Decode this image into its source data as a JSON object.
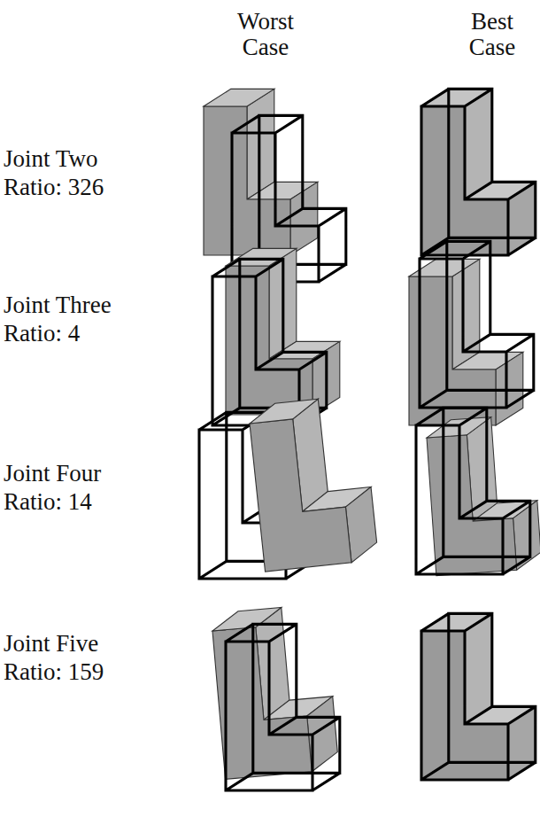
{
  "diagram": {
    "labels": [
      "Worst Case",
      "Best Case",
      "Joint Two",
      "Ratio: 326",
      "Joint Three",
      "Ratio: 4",
      "Joint Four",
      "Ratio: 14",
      "Joint Five",
      "Ratio: 159"
    ]
  }
}
